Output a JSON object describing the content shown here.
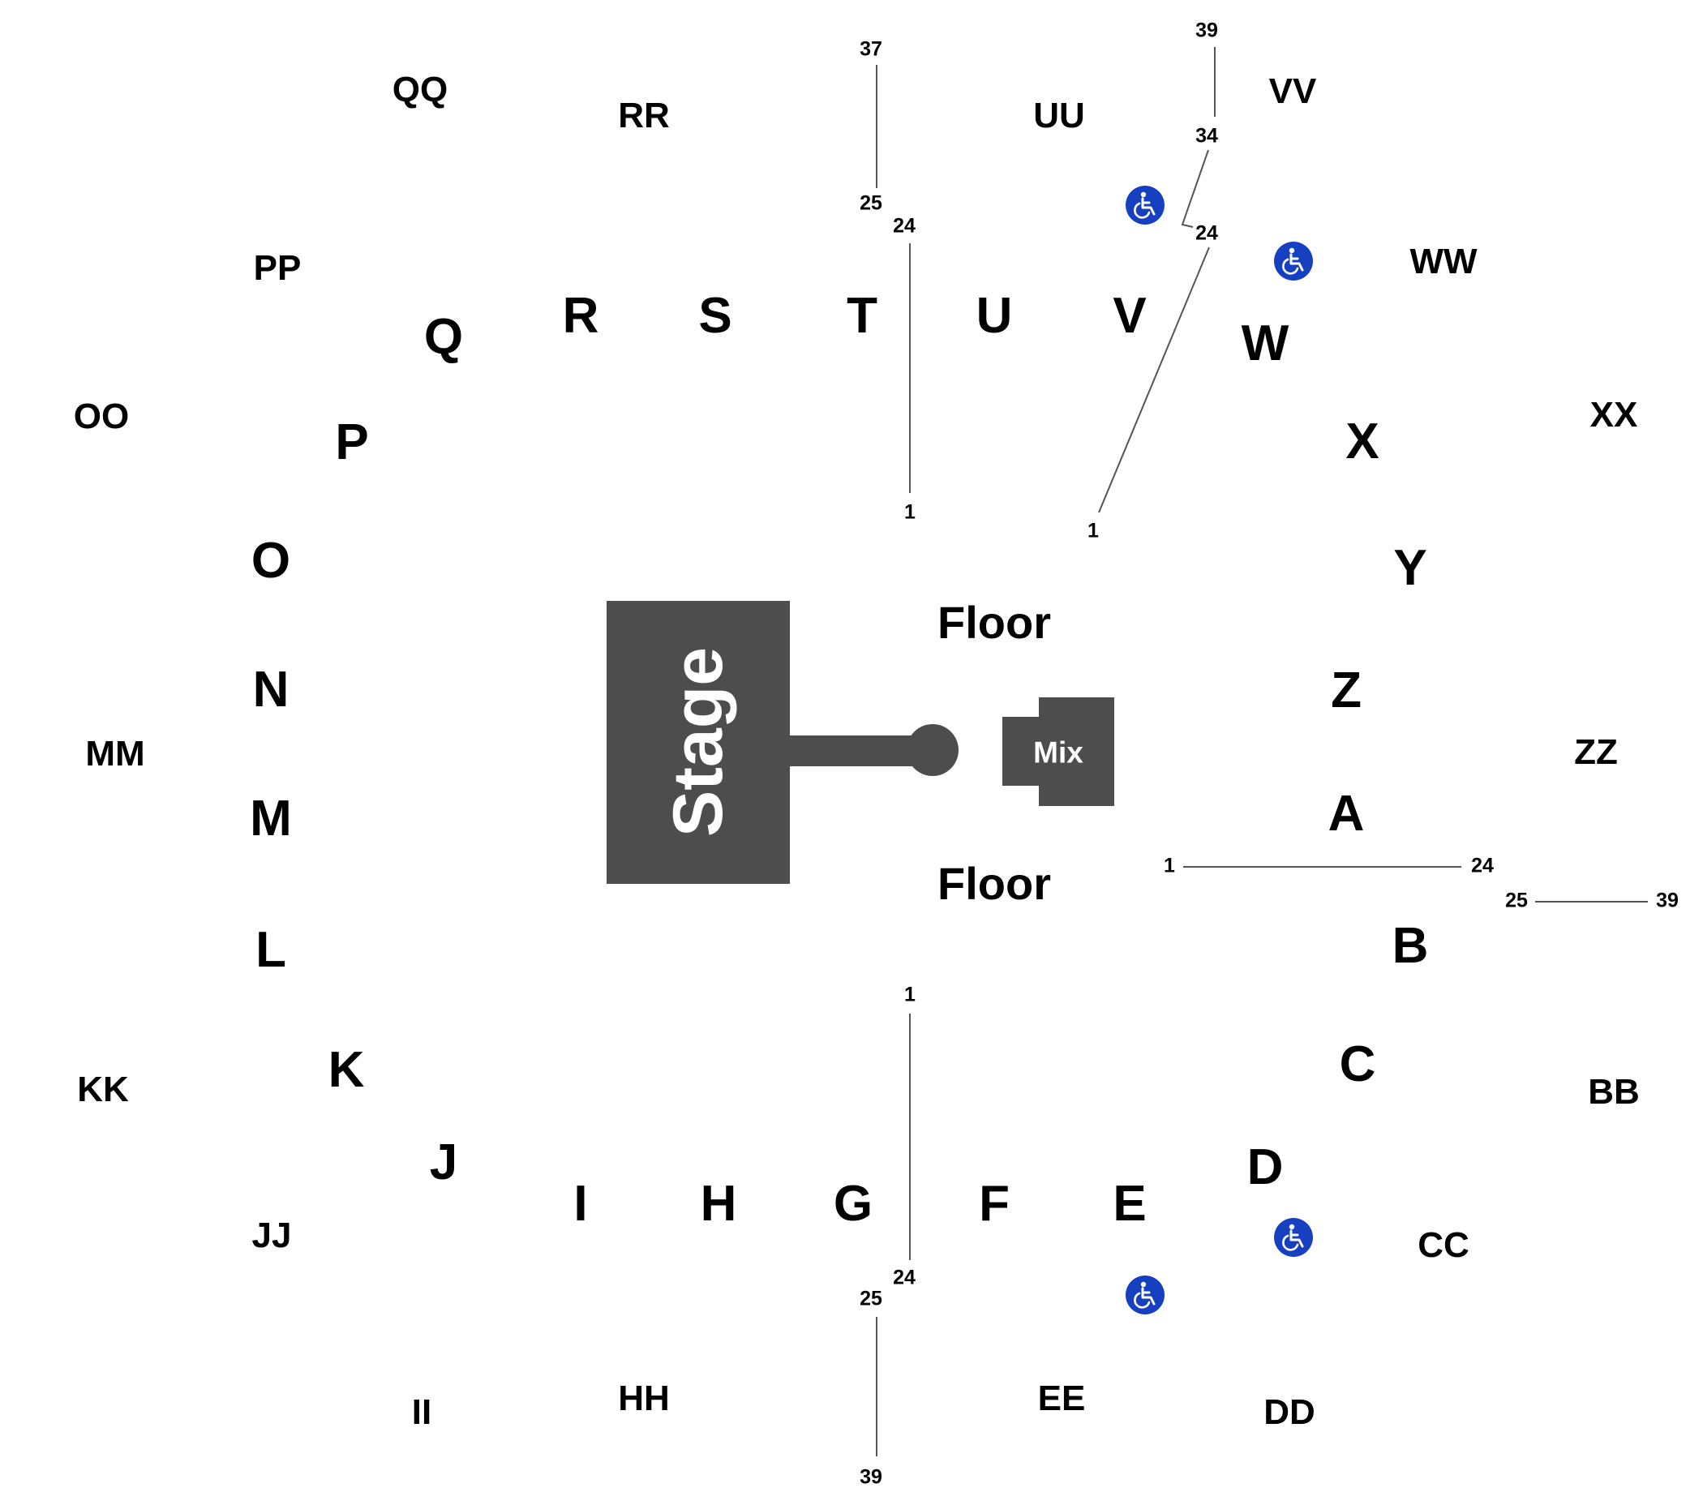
{
  "stage": {
    "label": "Stage"
  },
  "mix": {
    "label": "Mix"
  },
  "floor_labels": [
    "Floor",
    "Floor"
  ],
  "inner_sections": [
    "Q",
    "R",
    "S",
    "T",
    "U",
    "V",
    "W",
    "X",
    "Y",
    "Z",
    "A",
    "B",
    "C",
    "D",
    "E",
    "F",
    "G",
    "H",
    "I",
    "J",
    "K",
    "L",
    "M",
    "N",
    "O",
    "P"
  ],
  "outer_sections": [
    "QQ",
    "RR",
    "UU",
    "VV",
    "WW",
    "XX",
    "ZZ",
    "BB",
    "CC",
    "DD",
    "EE",
    "HH",
    "II",
    "JJ",
    "KK",
    "MM",
    "OO",
    "PP"
  ],
  "seat_numbers": {
    "top_outer_start": "37",
    "top_outer_end": "25",
    "top_inner_start": "24",
    "top_inner_end": "1",
    "upper_right_outer_start": "39",
    "upper_right_outer_mid": "34",
    "upper_right_inner_start": "24",
    "upper_right_inner_end": "1",
    "right_inner_start": "1",
    "right_inner_end": "24",
    "right_outer_start": "25",
    "right_outer_end": "39",
    "bottom_inner_start": "1",
    "bottom_inner_end": "24",
    "bottom_outer_start": "25",
    "bottom_outer_end": "39"
  },
  "accessibility": {
    "icon": "wheelchair-icon",
    "count": 4,
    "color": "#1740c0"
  },
  "colors": {
    "stage_fill": "#4d4d4d",
    "line": "#555555",
    "text": "#000000"
  }
}
